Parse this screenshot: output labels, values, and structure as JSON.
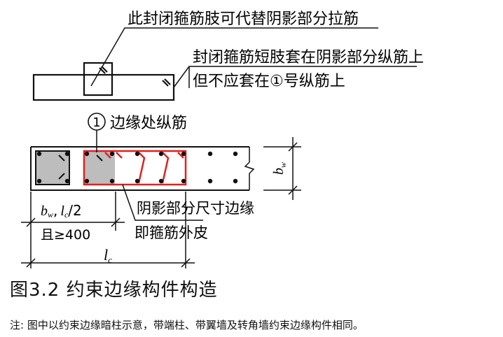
{
  "labels": {
    "top_label": "此封闭箍筋肢可代替阴影部分拉筋",
    "right_label_1": "封闭箍筋短肢套在阴影部分纵筋上",
    "right_label_2": "但不应套在①号纵筋上",
    "circled_num": "1",
    "edge_bar_label": "边缘处纵筋",
    "dim_left_1": "b",
    "dim_left_1_sub": "w",
    "dim_left_1_mid": ",",
    "dim_left_1_l": "l",
    "dim_left_1_lsub": "c",
    "dim_left_1_tail": "/2",
    "dim_left_2": "且≥400",
    "shade_label_1": "阴影部分尺寸边缘",
    "shade_label_2": "即箍筋外皮",
    "lc_main": "l",
    "lc_sub": "c",
    "bw_main": "b",
    "bw_sub": "w"
  },
  "caption": "图3.2 约束边缘构件构造",
  "note": "注: 图中以约束边缘暗柱示意，带端柱、带翼墙及转角墙约束边缘构件相同。",
  "colors": {
    "red": "#e0201f",
    "gray": "#bdbdbd",
    "ink": "#111111"
  }
}
